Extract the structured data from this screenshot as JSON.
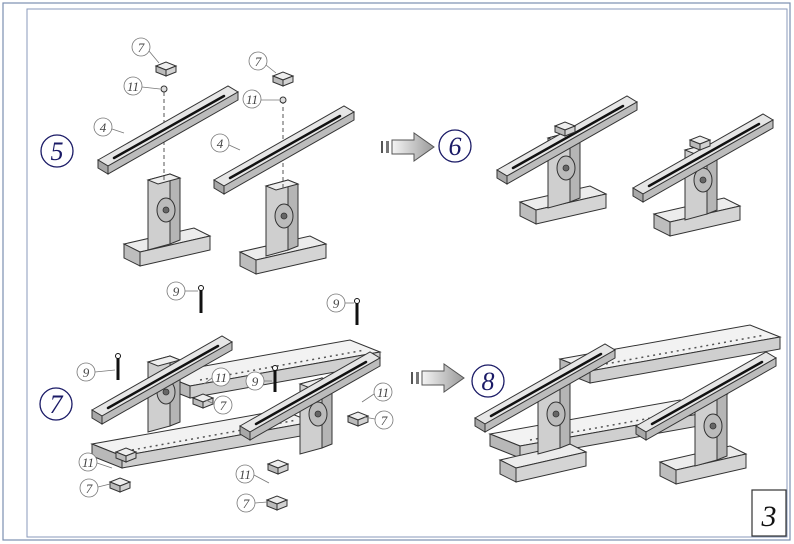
{
  "sheet": {
    "page_number": "3",
    "colors": {
      "frame": "#7c8fb0",
      "step_circle": "#1a1a66",
      "part_fill": "#d9d9d9",
      "part_stroke": "#333333"
    }
  },
  "steps": [
    {
      "number": "5"
    },
    {
      "number": "6"
    },
    {
      "number": "7"
    },
    {
      "number": "8"
    }
  ],
  "callouts": {
    "step5": [
      "7",
      "11",
      "4",
      "7",
      "11",
      "4"
    ],
    "step7": [
      "9",
      "9",
      "9",
      "9",
      "11",
      "7",
      "11",
      "7",
      "11",
      "7",
      "11",
      "7"
    ]
  },
  "arrows": [
    "transition-arrow-5-to-6",
    "transition-arrow-7-to-8"
  ]
}
